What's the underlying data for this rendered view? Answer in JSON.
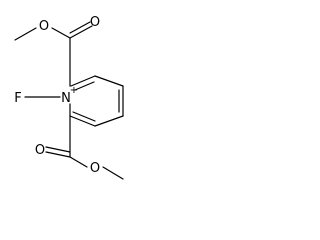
{
  "molecule": {
    "atoms": {
      "upper_carbonyl_o": "O",
      "upper_ester_o": "O",
      "fluorine": "F",
      "nitrogen": "N",
      "nitrogen_charge": "+",
      "lower_carbonyl_o": "O",
      "lower_ester_o": "O"
    }
  },
  "colors": {
    "bond": "#000000",
    "text": "#000000",
    "background": "#ffffff"
  }
}
